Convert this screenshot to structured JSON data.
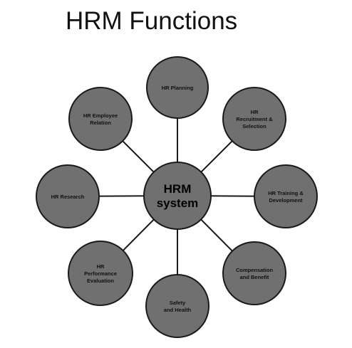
{
  "title": "HRM Functions",
  "colors": {
    "node_fill": "#707070",
    "node_stroke": "#1a1a1a",
    "connector": "#1a1a1a",
    "background": "#ffffff"
  },
  "center": {
    "lines": [
      "HRM",
      "system"
    ]
  },
  "functions": [
    {
      "id": "planning",
      "lines": [
        "HR Planning"
      ]
    },
    {
      "id": "recruitment",
      "lines": [
        "HR",
        "Recruitment &",
        "Selection"
      ]
    },
    {
      "id": "training",
      "lines": [
        "HR Training &",
        "Development"
      ]
    },
    {
      "id": "compensation",
      "lines": [
        "Compensation",
        "and Benefit"
      ]
    },
    {
      "id": "safety",
      "lines": [
        "Safety",
        "and Health"
      ]
    },
    {
      "id": "performance",
      "lines": [
        "HR",
        "Performance",
        "Evaluation"
      ]
    },
    {
      "id": "research",
      "lines": [
        "HR Research"
      ]
    },
    {
      "id": "employee-relation",
      "lines": [
        "HR Employee",
        "Relation"
      ]
    }
  ]
}
